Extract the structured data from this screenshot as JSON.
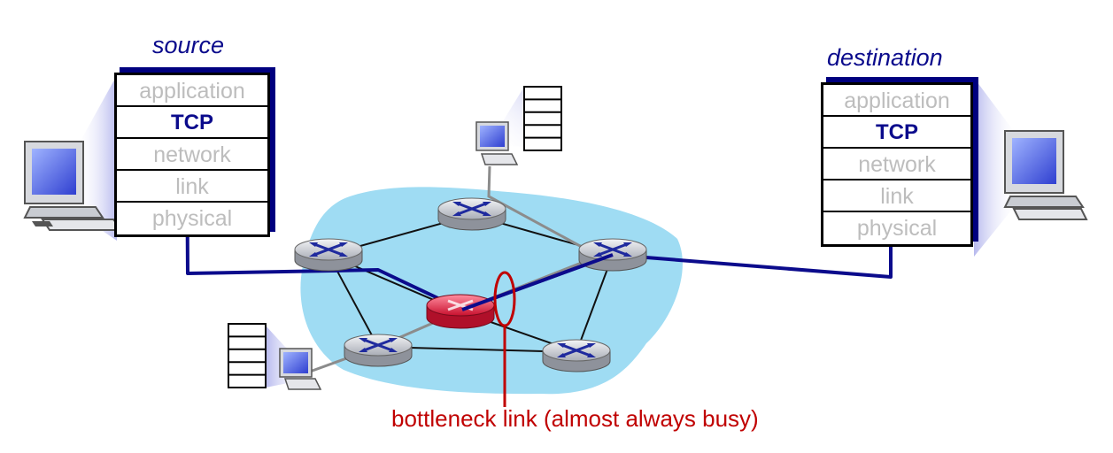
{
  "source": {
    "title": "source",
    "layers": [
      "application",
      "TCP",
      "network",
      "link",
      "physical"
    ]
  },
  "destination": {
    "title": "destination",
    "layers": [
      "application",
      "TCP",
      "network",
      "link",
      "physical"
    ]
  },
  "bottleneck_label": "bottleneck link (almost always busy)",
  "colors": {
    "network_cloud": "#9fdcf3",
    "tcp_path": "#0b0b8c",
    "cross_path": "#808080",
    "bottleneck": "#c00000",
    "bottleneck_router": "#e0304f",
    "router": "#c8ccd4"
  },
  "icons": [
    "desktop-computer-icon",
    "laptop-icon",
    "router-icon",
    "queue-buffer-icon"
  ]
}
